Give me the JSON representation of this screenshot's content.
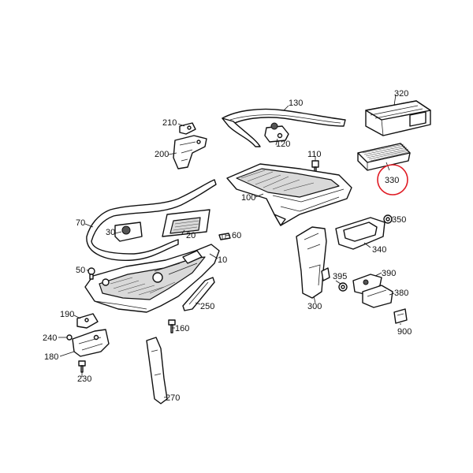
{
  "colors": {
    "line": "#111111",
    "highlight": "#e01b24",
    "background": "#ffffff"
  },
  "highlighted_callout": "330",
  "callouts": [
    {
      "id": "c130",
      "label": "130"
    },
    {
      "id": "c210",
      "label": "210"
    },
    {
      "id": "c200",
      "label": "200"
    },
    {
      "id": "c120",
      "label": "120"
    },
    {
      "id": "c320",
      "label": "320"
    },
    {
      "id": "c330",
      "label": "330"
    },
    {
      "id": "c110",
      "label": "110"
    },
    {
      "id": "c100",
      "label": "100"
    },
    {
      "id": "c70",
      "label": "70"
    },
    {
      "id": "c30",
      "label": "30"
    },
    {
      "id": "c20",
      "label": "20"
    },
    {
      "id": "c60",
      "label": "60"
    },
    {
      "id": "c10",
      "label": "10"
    },
    {
      "id": "c350",
      "label": "350"
    },
    {
      "id": "c340",
      "label": "340"
    },
    {
      "id": "c50",
      "label": "50"
    },
    {
      "id": "c395",
      "label": "395"
    },
    {
      "id": "c390",
      "label": "390"
    },
    {
      "id": "c380",
      "label": "380"
    },
    {
      "id": "c300",
      "label": "300"
    },
    {
      "id": "c250",
      "label": "250"
    },
    {
      "id": "c190",
      "label": "190"
    },
    {
      "id": "c240",
      "label": "240"
    },
    {
      "id": "c160",
      "label": "160"
    },
    {
      "id": "c180",
      "label": "180"
    },
    {
      "id": "c230",
      "label": "230"
    },
    {
      "id": "c900",
      "label": "900"
    },
    {
      "id": "c270",
      "label": "270"
    }
  ]
}
